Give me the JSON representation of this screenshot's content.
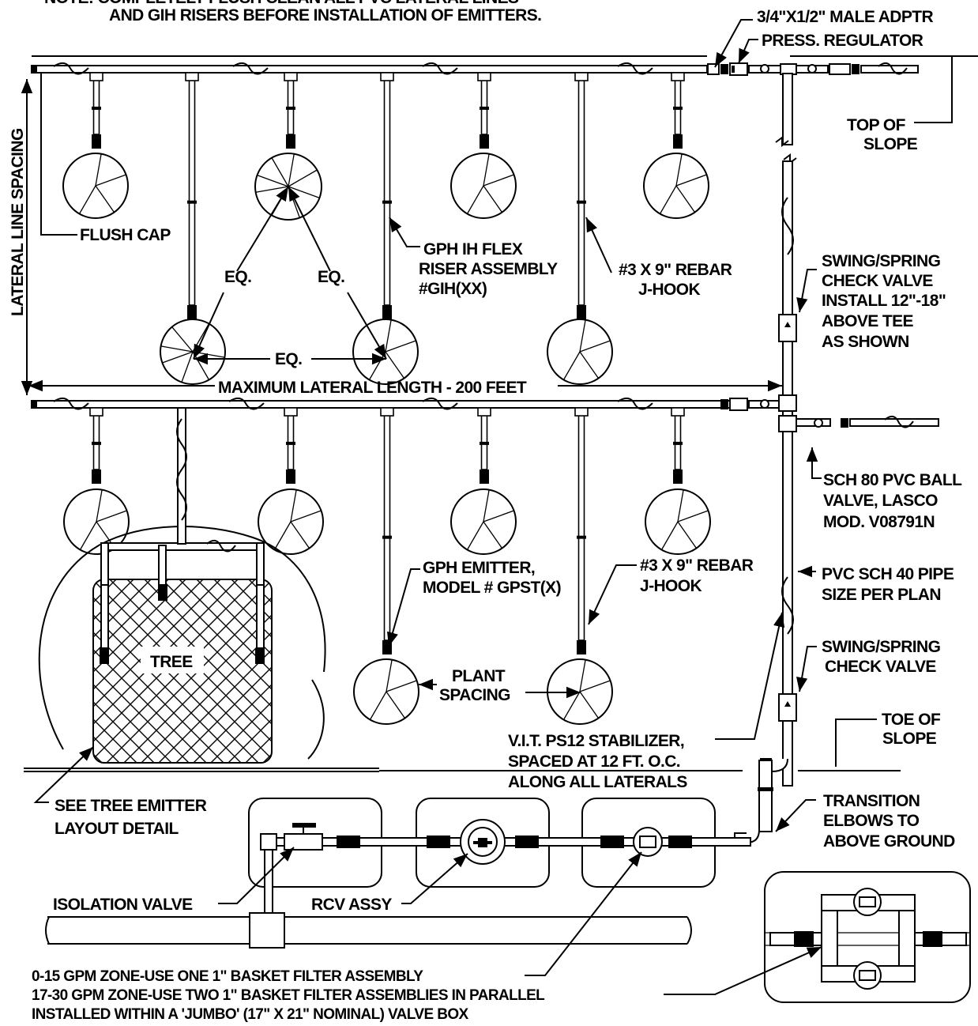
{
  "notes": {
    "line1": "NOTE: COMPLETELY FLUSH CLEAN ALL PVC LATERAL LINES",
    "line2": "AND GIH RISERS BEFORE INSTALLATION OF EMITTERS."
  },
  "labels": {
    "male_adapter": "3/4\"X1/2\" MALE ADPTR",
    "press_regulator": "PRESS. REGULATOR",
    "top_of_slope": [
      "TOP OF",
      "SLOPE"
    ],
    "lateral_spacing": "LATERAL LINE SPACING",
    "flush_cap": "FLUSH CAP",
    "eq": "EQ.",
    "gih_riser": [
      "GPH IH FLEX",
      "RISER ASSEMBLY",
      "#GIH(XX)"
    ],
    "rebar_1": [
      "#3 X 9\" REBAR",
      "J-HOOK"
    ],
    "check_valve_1": [
      "SWING/SPRING",
      "CHECK VALVE",
      "INSTALL 12\"-18\"",
      "ABOVE TEE",
      "AS SHOWN"
    ],
    "max_lateral": "MAXIMUM LATERAL LENGTH - 200 FEET",
    "ball_valve": [
      "SCH 80 PVC BALL",
      "VALVE, LASCO",
      "MOD. V08791N"
    ],
    "emitter": [
      "GPH EMITTER,",
      "MODEL # GPST(X)"
    ],
    "rebar_2": [
      "#3 X 9\" REBAR",
      "J-HOOK"
    ],
    "pvc_pipe": [
      "PVC SCH 40 PIPE",
      "SIZE PER PLAN"
    ],
    "check_valve_2": [
      "SWING/SPRING",
      "CHECK VALVE"
    ],
    "tree": "TREE",
    "plant_spacing": [
      "PLANT",
      "SPACING"
    ],
    "toe_of_slope": [
      "TOE OF",
      "SLOPE"
    ],
    "stabilizer": [
      "V.I.T. PS12 STABILIZER,",
      "SPACED AT 12 FT. O.C.",
      "ALONG ALL LATERALS"
    ],
    "tree_layout": [
      "SEE TREE EMITTER",
      "LAYOUT DETAIL"
    ],
    "transition": [
      "TRANSITION",
      "ELBOWS TO",
      "ABOVE GROUND"
    ],
    "isolation_valve": "ISOLATION VALVE",
    "rcv": "RCV ASSY",
    "filter_note": [
      "0-15 GPM ZONE-USE ONE 1\" BASKET FILTER ASSEMBLY",
      "17-30 GPM ZONE-USE TWO 1\" BASKET FILTER ASSEMBLIES IN PARALLEL",
      "INSTALLED WITHIN A 'JUMBO' (17\" X 21\" NOMINAL) VALVE BOX"
    ]
  },
  "colors": {
    "ink": "#000000",
    "paper": "#ffffff"
  }
}
